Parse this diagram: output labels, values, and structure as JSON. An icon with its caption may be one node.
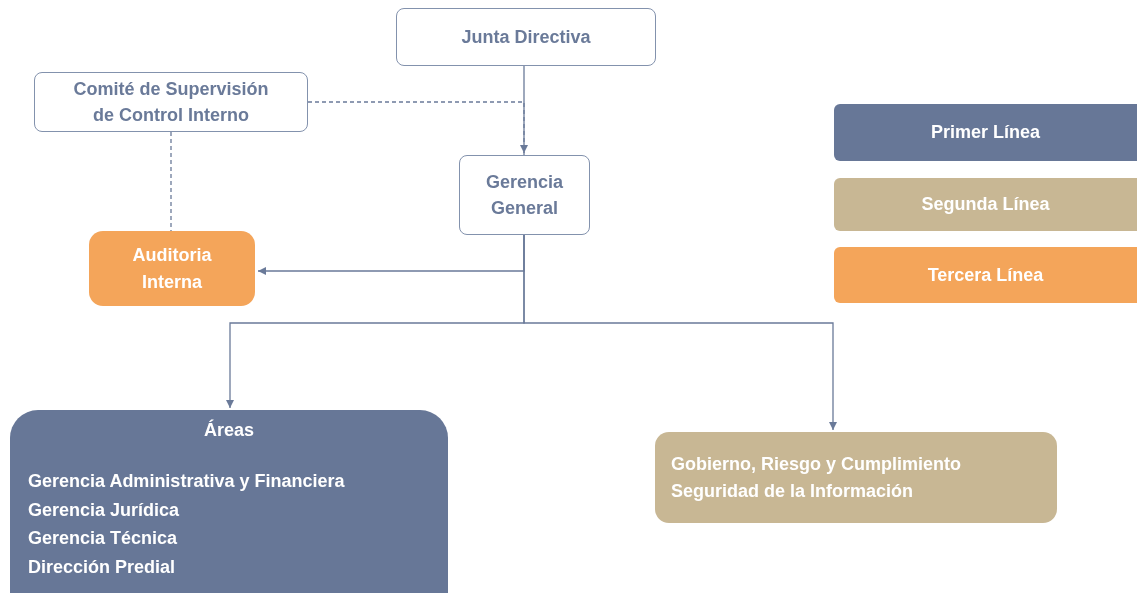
{
  "diagram": {
    "nodes": [
      {
        "text": [
          "Junta Directiva"
        ]
      },
      {
        "text": [
          "Comité de Supervisión de Control Interno"
        ]
      },
      {
        "text": [
          "Gerencia General"
        ]
      },
      {
        "text": [
          "Auditoria Interna"
        ]
      },
      {
        "text": [
          "Áreas",
          "Gerencia Administrativa y Financiera",
          "Gerencia Jurídica",
          "Gerencia Técnica",
          "Dirección Predial"
        ]
      },
      {
        "text": [
          "Gobierno, Riesgo y Cumplimiento",
          "Seguridad de la Información"
        ]
      }
    ],
    "edges": [
      {
        "from": 0,
        "to": 2,
        "arrow": "to"
      },
      {
        "from": 1,
        "to": 2,
        "arrow": "none",
        "style": "dashed"
      },
      {
        "from": 1,
        "to": 3,
        "arrow": "none",
        "style": "dashed"
      },
      {
        "from": 2,
        "to": 3,
        "arrow": "to"
      },
      {
        "from": 2,
        "to": 4,
        "arrow": "to"
      },
      {
        "from": 2,
        "to": 5,
        "arrow": "to"
      }
    ],
    "legend": [
      {
        "text": "Primer Línea",
        "color": "#677797"
      },
      {
        "text": "Segunda Línea",
        "color": "#c8b794"
      },
      {
        "text": "Tercera Línea",
        "color": "#f4a55a"
      }
    ]
  }
}
